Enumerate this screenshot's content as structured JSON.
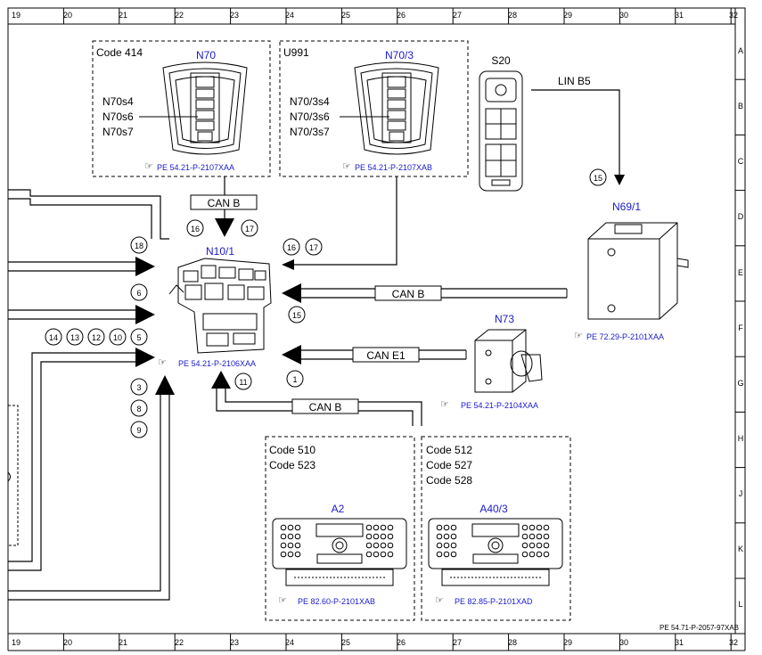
{
  "grid": {
    "columns": [
      "19",
      "20",
      "21",
      "22",
      "23",
      "24",
      "25",
      "26",
      "27",
      "28",
      "29",
      "30",
      "31",
      "32"
    ],
    "rows": [
      "A",
      "B",
      "C",
      "D",
      "E",
      "F",
      "G",
      "H",
      "J",
      "K",
      "L"
    ]
  },
  "footer_ref": "PE 54.71-P-2057-97XAB",
  "groups": {
    "code414": {
      "label": "Code 414",
      "component": "N70",
      "parts": [
        "N70s4",
        "N70s6",
        "N70s7"
      ],
      "ref": "PE 54.21-P-2107XAA"
    },
    "u991": {
      "label": "U991",
      "component": "N70/3",
      "parts": [
        "N70/3s4",
        "N70/3s6",
        "N70/3s7"
      ],
      "ref": "PE 54.21-P-2107XAB"
    },
    "a2": {
      "codes": [
        "Code 510",
        "Code 523"
      ],
      "component": "A2",
      "ref": "PE 82.60-P-2101XAB"
    },
    "a40": {
      "codes": [
        "Code 512",
        "Code 527",
        "Code 528"
      ],
      "component": "A40/3",
      "ref": "PE 82.85-P-2101XAD"
    }
  },
  "components": {
    "s20": "S20",
    "n10": {
      "label": "N10/1",
      "ref": "PE 54.21-P-2106XAA"
    },
    "n69": {
      "label": "N69/1",
      "ref": "PE 72.29-P-2101XAA"
    },
    "n73": {
      "label": "N73",
      "ref": "PE 54.21-P-2104XAA"
    }
  },
  "buses": {
    "lin_b5": "LIN B5",
    "can_b_top": "CAN B",
    "can_b_mid": "CAN B",
    "can_e1": "CAN E1",
    "can_b_low": "CAN B"
  },
  "circles": [
    "18",
    "6",
    "14",
    "13",
    "12",
    "10",
    "5",
    "3",
    "8",
    "9",
    "16",
    "17",
    "16",
    "17",
    "15",
    "15",
    "11",
    "1"
  ]
}
